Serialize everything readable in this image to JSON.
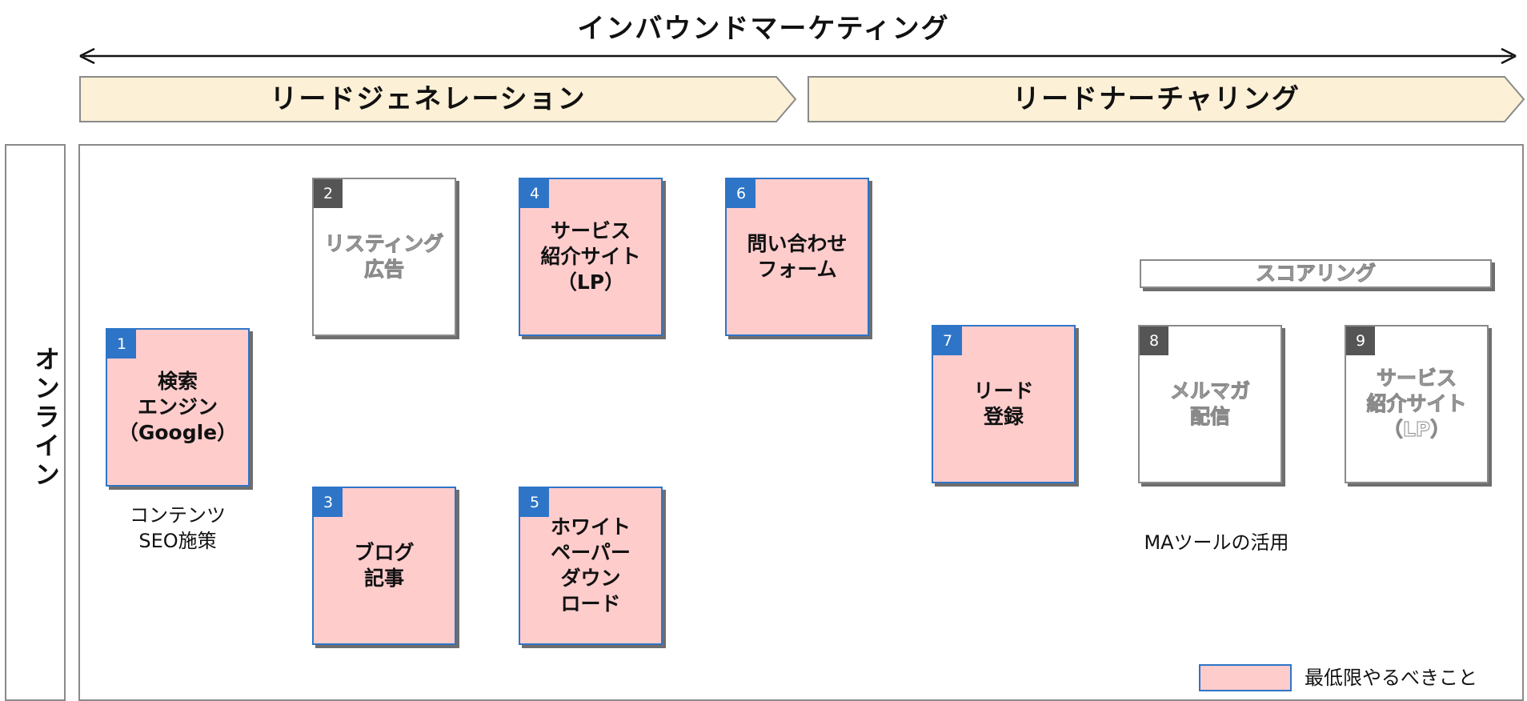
{
  "header": {
    "title": "インバウンドマーケティング"
  },
  "phases": [
    {
      "label": "リードジェネレーション"
    },
    {
      "label": "リードナーチャリング"
    }
  ],
  "side_label": "オンライン",
  "steps": [
    {
      "number": "1",
      "label": "検索\nエンジン\n（Google）",
      "type": "required"
    },
    {
      "number": "2",
      "label": "リスティング\n広告",
      "type": "optional"
    },
    {
      "number": "3",
      "label": "ブログ\n記事",
      "type": "required"
    },
    {
      "number": "4",
      "label": "サービス\n紹介サイト\n（LP）",
      "type": "required"
    },
    {
      "number": "5",
      "label": "ホワイト\nペーパー\nダウン\nロード",
      "type": "required"
    },
    {
      "number": "6",
      "label": "問い合わせ\nフォーム",
      "type": "required"
    },
    {
      "number": "7",
      "label": "リード\n登録",
      "type": "required"
    },
    {
      "number": "8",
      "label": "メルマガ\n配信",
      "type": "optional"
    },
    {
      "number": "9",
      "label": "サービス\n紹介サイト\n（LP）",
      "type": "optional"
    }
  ],
  "scoring_label": "スコアリング",
  "notes": {
    "seo": "コンテンツ\nSEO施策",
    "ma": "MAツールの活用"
  },
  "legend": {
    "label": "最低限やるべきこと"
  },
  "colors": {
    "required_fill": "#ffcccc",
    "required_border": "#2e75c8",
    "optional_border": "#8a8a8a",
    "phase_fill": "#fcf0d6"
  }
}
